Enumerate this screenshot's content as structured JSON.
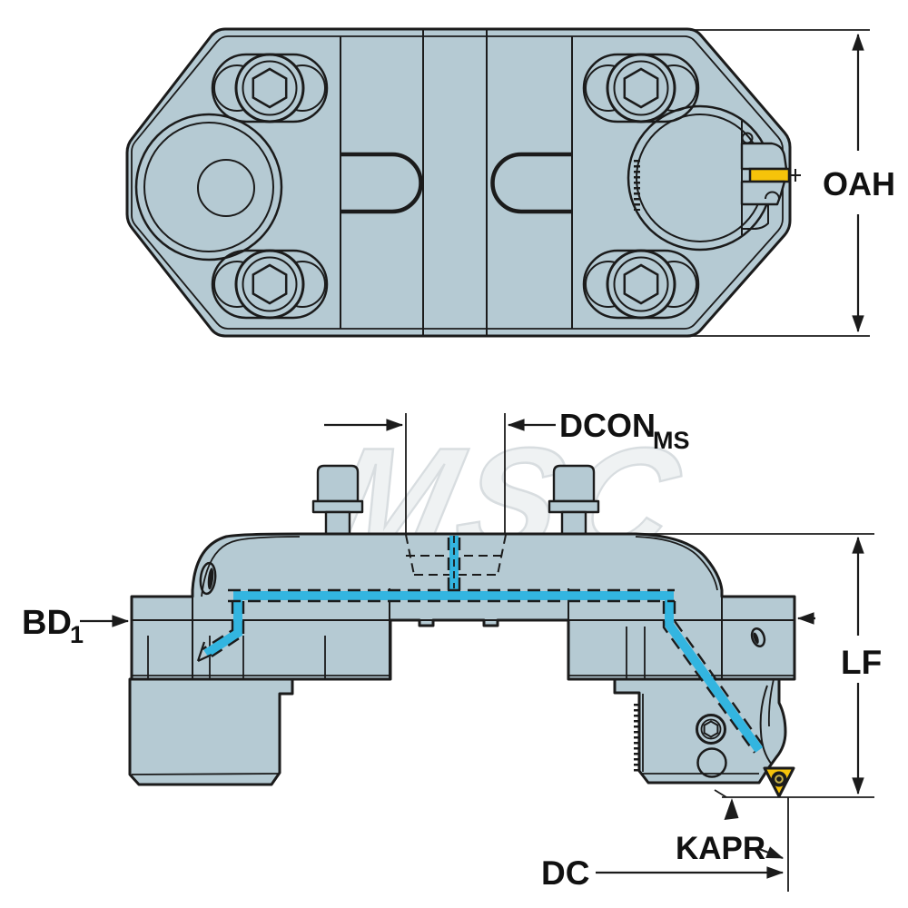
{
  "drawing_title": "tool-block-engineering-drawing",
  "watermark": {
    "text": "MSC"
  },
  "labels": {
    "oah": "OAH",
    "dcon": {
      "main": "DCON",
      "sub": "MS"
    },
    "bd": {
      "main": "BD",
      "sub": "1"
    },
    "lf": "LF",
    "kapr": "KAPR",
    "dc": "DC"
  },
  "colors": {
    "body": "#b5cad3",
    "line": "#1b1b1b",
    "coolant": "#33b5e0",
    "insert": "#f6c30a",
    "watermark": "#d8dde0",
    "watermark-fill": "#eff2f3"
  }
}
